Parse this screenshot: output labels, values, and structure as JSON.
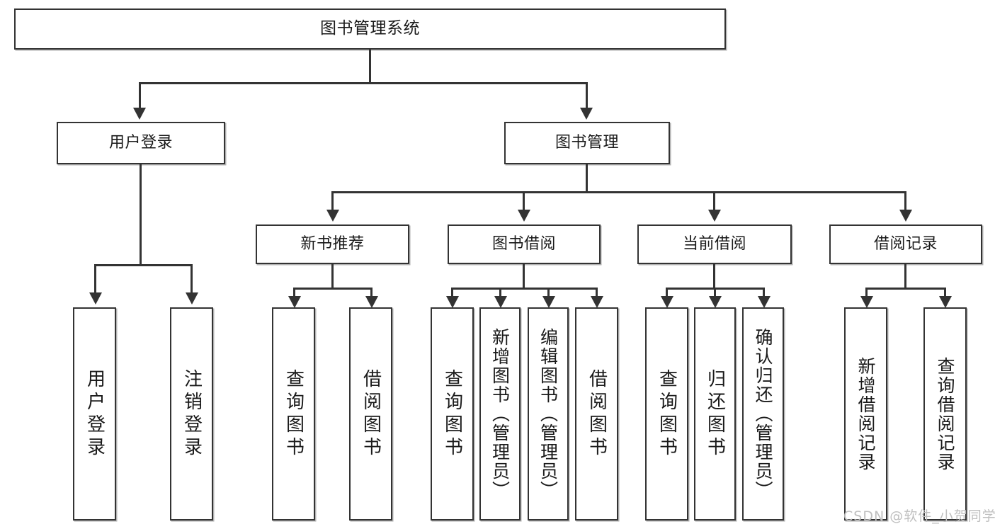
{
  "diagram": {
    "title_node": {
      "label": "图书管理系统"
    },
    "level1": [
      {
        "id": "user-login",
        "label": "用户登录"
      },
      {
        "id": "book-management",
        "label": "图书管理"
      }
    ],
    "level2": [
      {
        "id": "new-book-recommend",
        "label": "新书推荐"
      },
      {
        "id": "book-borrow",
        "label": "图书借阅"
      },
      {
        "id": "current-borrow",
        "label": "当前借阅"
      },
      {
        "id": "borrow-record",
        "label": "借阅记录"
      }
    ],
    "leaves": {
      "user_login": [
        {
          "id": "leaf-user-login",
          "label": "用户登录"
        },
        {
          "id": "leaf-logout-login",
          "label": "注销登录"
        }
      ],
      "new_book_recommend": [
        {
          "id": "leaf-query-book-1",
          "label": "查询图书"
        },
        {
          "id": "leaf-borrow-book-1",
          "label": "借阅图书"
        }
      ],
      "book_borrow": [
        {
          "id": "leaf-query-book-2",
          "label": "查询图书"
        },
        {
          "id": "leaf-add-book",
          "label": "新增图书（管理员）"
        },
        {
          "id": "leaf-edit-book",
          "label": "编辑图书（管理员）"
        },
        {
          "id": "leaf-borrow-book-2",
          "label": "借阅图书"
        }
      ],
      "current_borrow": [
        {
          "id": "leaf-query-book-3",
          "label": "查询图书"
        },
        {
          "id": "leaf-return-book",
          "label": "归还图书"
        },
        {
          "id": "leaf-confirm-return",
          "label": "确认归还（管理员）"
        }
      ],
      "borrow_record": [
        {
          "id": "leaf-add-borrow-record",
          "label": "新增借阅记录"
        },
        {
          "id": "leaf-query-borrow-record",
          "label": "查询借阅记录"
        }
      ]
    }
  },
  "watermark": {
    "text": "CSDN @软件_小贺同学"
  },
  "colors": {
    "stroke": "#333333",
    "background": "#ffffff",
    "text": "#1a1a1a",
    "watermark": "#bfbfbf"
  }
}
